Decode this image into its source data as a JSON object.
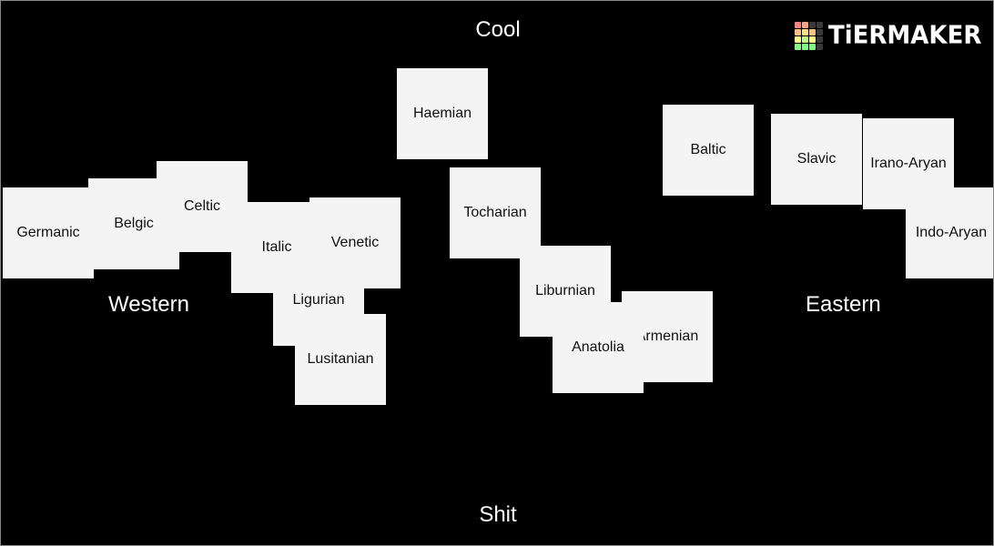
{
  "axes": {
    "top": "Cool",
    "bottom": "Shit",
    "left": "Western",
    "right": "Eastern"
  },
  "tiles": {
    "haemian": "Haemian",
    "baltic": "Baltic",
    "slavic": "Slavic",
    "irano_aryan": "Irano-Aryan",
    "indo_aryan": "Indo-Aryan",
    "tocharian": "Tocharian",
    "liburnian": "Liburnian",
    "armenian": "Armenian",
    "anatolia": "Anatolia",
    "germanic": "Germanic",
    "belgic": "Belgic",
    "celtic": "Celtic",
    "italic": "Italic",
    "venetic": "Venetic",
    "ligurian": "Ligurian",
    "lusitanian": "Lusitanian"
  },
  "logo": {
    "text": "TiERMAKER",
    "grid_colors": [
      "#ff7f7f",
      "#ff9f7f",
      "#3a3a3a",
      "#3a3a3a",
      "#ffbf7f",
      "#ffdf7f",
      "#ffbf7f",
      "#3a3a3a",
      "#ffff7f",
      "#bfff7f",
      "#ffff7f",
      "#3a3a3a",
      "#7fff7f",
      "#7fff7f",
      "#7fff7f",
      "#3a3a3a"
    ]
  },
  "colors": {
    "background": "#000000",
    "tile": "#f4f4f4",
    "label": "#ffffff"
  }
}
